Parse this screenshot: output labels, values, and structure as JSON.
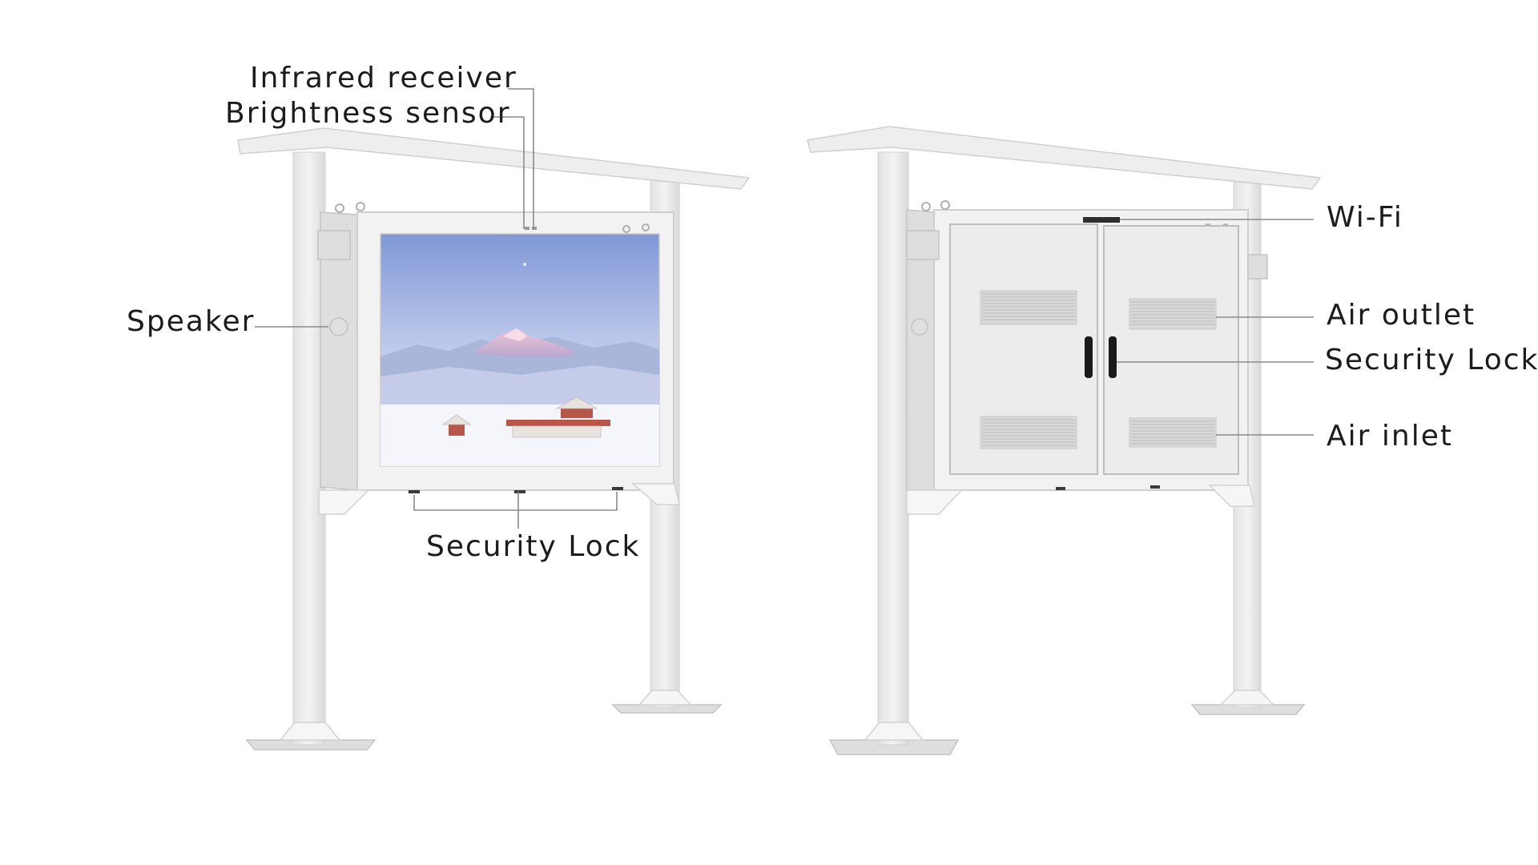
{
  "front_labels": {
    "infrared_receiver": "Infrared receiver",
    "brightness_sensor": "Brightness sensor",
    "speaker": "Speaker",
    "security_lock": "Security Lock"
  },
  "back_labels": {
    "wifi": "Wi-Fi",
    "air_outlet": "Air outlet",
    "security_lock": "Security Lock",
    "air_inlet": "Air inlet"
  },
  "colors": {
    "cabinet": "#eeeeee",
    "handle": "#1a1a1a",
    "sky": "#9fb3dd",
    "snow": "#f4f6fb"
  }
}
